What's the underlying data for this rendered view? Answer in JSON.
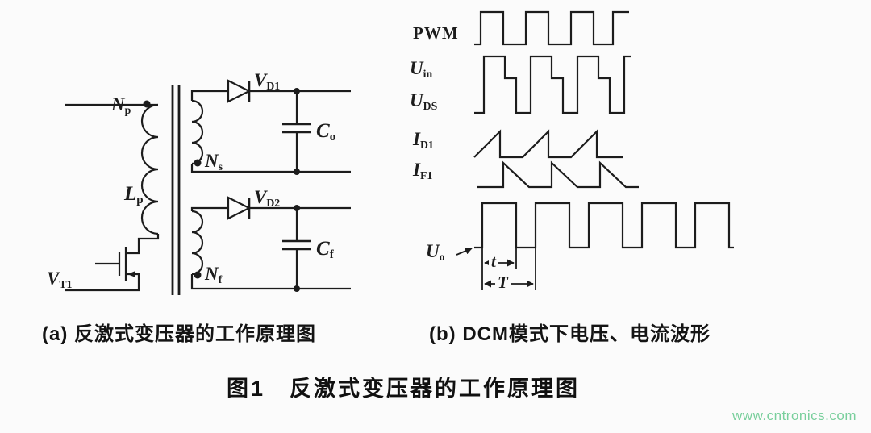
{
  "page": {
    "background": "#fbfbfb",
    "ink": "#1c1c1c"
  },
  "circuit": {
    "labels": {
      "np": {
        "main": "N",
        "sub": "p"
      },
      "lp": {
        "main": "L",
        "sub": "p"
      },
      "vt1": {
        "main": "V",
        "sub": "T1"
      },
      "ns": {
        "main": "N",
        "sub": "s"
      },
      "nf": {
        "main": "N",
        "sub": "f"
      },
      "vd1": {
        "main": "V",
        "sub": "D1"
      },
      "vd2": {
        "main": "V",
        "sub": "D2"
      },
      "co": {
        "main": "C",
        "sub": "o"
      },
      "cf": {
        "main": "C",
        "sub": "f"
      }
    }
  },
  "waveforms": {
    "labels": {
      "pwm": "PWM",
      "uin": {
        "main": "U",
        "sub": "in"
      },
      "uds": {
        "main": "U",
        "sub": "DS"
      },
      "id1": {
        "main": "I",
        "sub": "D1"
      },
      "if1": {
        "main": "I",
        "sub": "F1"
      },
      "uo": {
        "main": "U",
        "sub": "o"
      }
    },
    "time_markers": {
      "t": "t",
      "T": "T"
    }
  },
  "captions": {
    "a": "(a) 反激式变压器的工作原理图",
    "b": "(b) DCM模式下电压、电流波形",
    "figure": "图1　反激式变压器的工作原理图"
  },
  "watermark": {
    "text": "www.cntronics.com",
    "color": "#79cf9c"
  }
}
